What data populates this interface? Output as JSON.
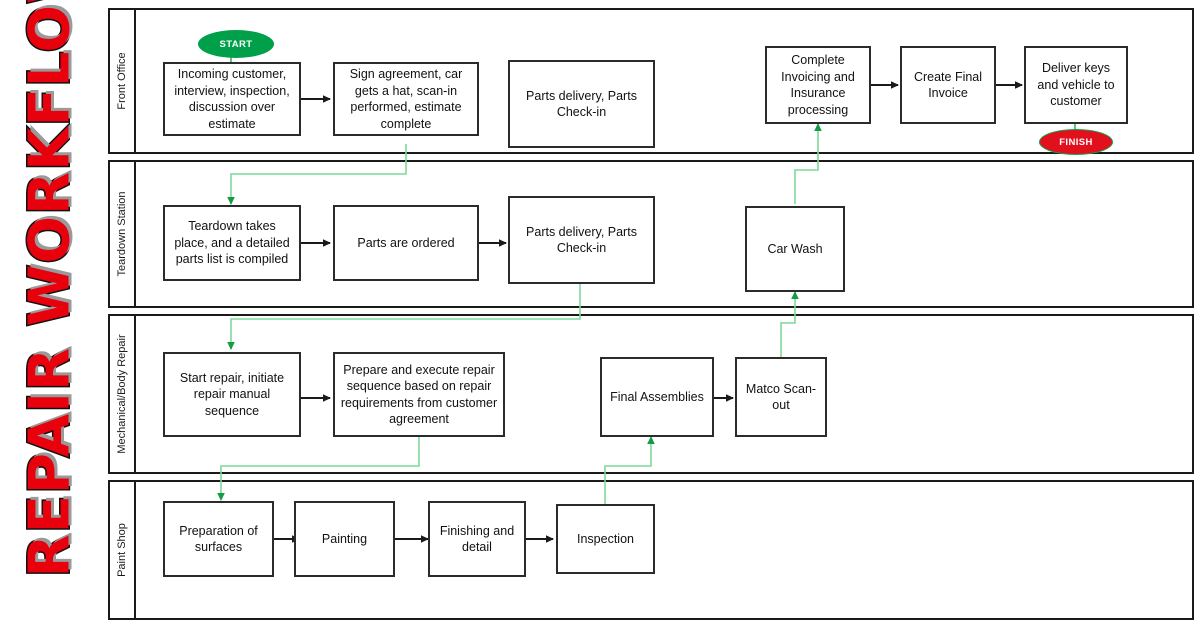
{
  "title": "REPAIR WORKFLOW",
  "colors": {
    "title_fill": "#E8000D",
    "title_stroke": "#111111",
    "start_fill": "#00A04A",
    "finish_fill": "#E2101D",
    "finish_stroke": "#11A14A",
    "connector_green": "#7ed99b",
    "connector_black": "#1a1a1a",
    "box_border": "#2b2b2b"
  },
  "terminators": {
    "start": "START",
    "finish": "FINISH"
  },
  "lanes": [
    {
      "label": "Front Office",
      "nodes": [
        {
          "id": "incoming",
          "text": "Incoming customer, interview, inspection, discussion over estimate"
        },
        {
          "id": "sign",
          "text": "Sign agreement, car gets a hat, scan-in performed, estimate complete"
        },
        {
          "id": "parts1",
          "text": "Parts delivery, Parts Check-in"
        },
        {
          "id": "invoicing",
          "text": "Complete Invoicing and Insurance processing"
        },
        {
          "id": "finalinv",
          "text": "Create Final Invoice"
        },
        {
          "id": "deliver",
          "text": "Deliver keys and vehicle to customer"
        }
      ]
    },
    {
      "label": "Teardown Station",
      "nodes": [
        {
          "id": "teardown",
          "text": "Teardown takes place, and a detailed parts list is compiled"
        },
        {
          "id": "ordered",
          "text": "Parts are ordered"
        },
        {
          "id": "parts2",
          "text": "Parts delivery, Parts Check-in"
        },
        {
          "id": "carwash",
          "text": "Car Wash"
        }
      ]
    },
    {
      "label": "Mechanical/Body Repair",
      "nodes": [
        {
          "id": "startrepair",
          "text": "Start repair, initiate repair manual sequence"
        },
        {
          "id": "prepare",
          "text": "Prepare and execute repair sequence based on repair requirements from customer agreement"
        },
        {
          "id": "finalasm",
          "text": "Final Assemblies"
        },
        {
          "id": "matco",
          "text": "Matco Scan-out"
        }
      ]
    },
    {
      "label": "Paint Shop",
      "nodes": [
        {
          "id": "prep",
          "text": "Preparation of surfaces"
        },
        {
          "id": "painting",
          "text": "Painting"
        },
        {
          "id": "finishing",
          "text": "Finishing and detail"
        },
        {
          "id": "inspection",
          "text": "Inspection"
        }
      ]
    }
  ]
}
